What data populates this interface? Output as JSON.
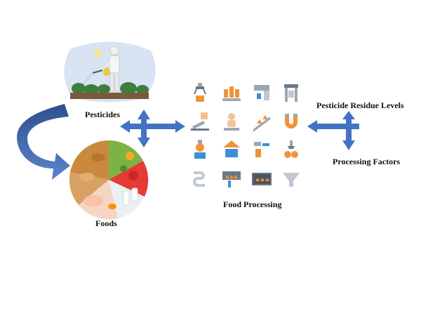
{
  "labels": {
    "pesticides": "Pesticides",
    "foods": "Foods",
    "food_processing": "Food Processing",
    "residue_levels": "Pesticide Residue Levels",
    "processing_factors": "Processing Factors"
  },
  "colors": {
    "arrow_blue": "#4472c4",
    "arrow_dark": "#2f4f8f",
    "icon_orange": "#f0933a",
    "icon_blue": "#3d8fd4",
    "icon_grey": "#9aa7b4",
    "sky": "#d8e3f3",
    "field_green": "#3e7d3c"
  },
  "icons": [
    "robot-claw-icon",
    "conveyor-bottles-icon",
    "filling-machine-icon",
    "press-machine-icon",
    "dispensing-robot-icon",
    "worker-icon",
    "conveyor-incline-icon",
    "magnet-icon",
    "robot-arm-orange-icon",
    "robot-arm-box-icon",
    "labeling-icon",
    "claw-lift-icon",
    "pipe-icon",
    "oven-tray-icon",
    "baking-tray-icon",
    "funnel-icon"
  ]
}
